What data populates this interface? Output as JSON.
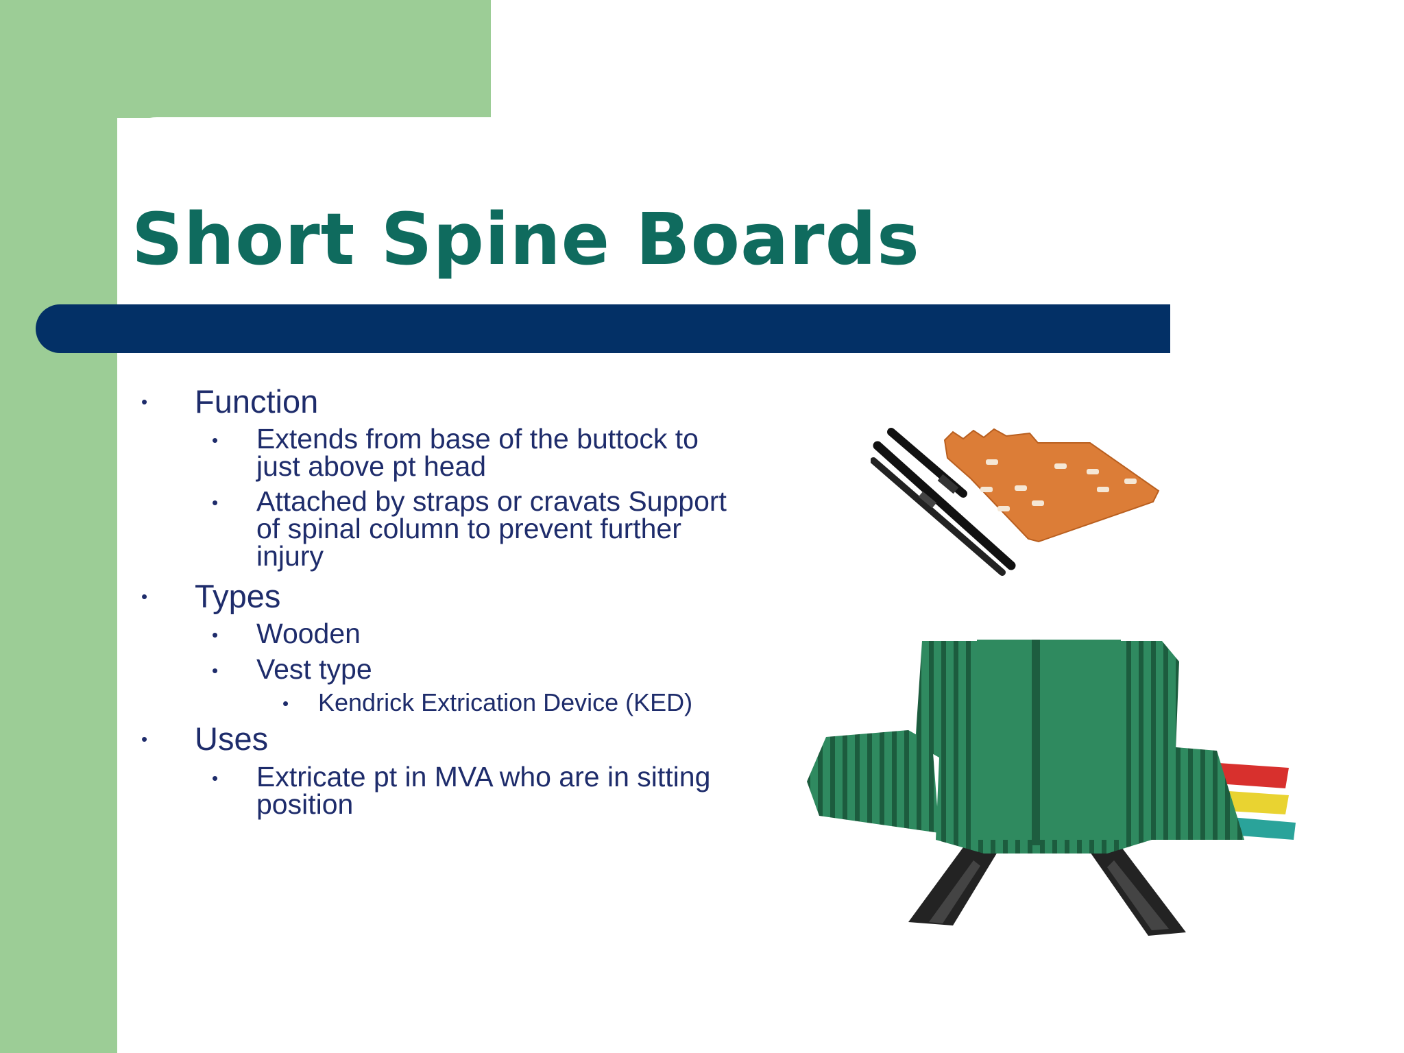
{
  "slide": {
    "title": "Short Spine Boards",
    "colors": {
      "sidebar_green": "#9ccd96",
      "title_teal": "#0f6b5e",
      "bar_navy": "#033066",
      "text_navy": "#1e2c6b",
      "bullet_dot": "•"
    },
    "bullets": {
      "function": "Function",
      "function_sub1_line1": "Extends from base of the buttock to",
      "function_sub1_line2": "just above pt head",
      "function_sub2_line1": "Attached by straps or cravats Support",
      "function_sub2_line2": "of spinal column to prevent further",
      "function_sub2_line3": "injury",
      "types": "Types",
      "types_sub1": "Wooden",
      "types_sub2": "Vest type",
      "types_sub2_sub1": "Kendrick Extrication Device (KED)",
      "uses": "Uses",
      "uses_sub1_line1": "Extricate pt in MVA who are in sitting",
      "uses_sub1_line2": "position"
    },
    "images": {
      "top": "short-spine-board-photo",
      "bottom": "ked-vest-photo"
    }
  }
}
